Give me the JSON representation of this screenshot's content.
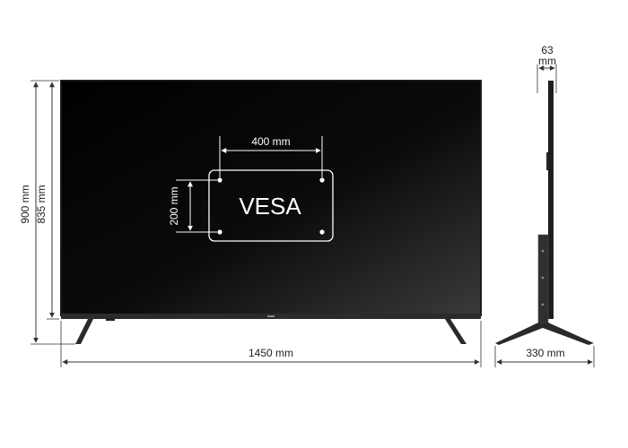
{
  "diagram": {
    "colors": {
      "screen_dark": "#000000",
      "screen_light": "#3a3a3a",
      "frame": "#1a1a1a",
      "dimension_line": "#333333",
      "vesa_overlay": "#ffffff"
    },
    "labels": {
      "width": "1450 mm",
      "height_total": "900 mm",
      "height_panel": "835 mm",
      "depth": "63 mm",
      "stand_depth": "330 mm",
      "vesa": "VESA",
      "vesa_horizontal": "400 mm",
      "vesa_vertical": "200 mm"
    }
  }
}
